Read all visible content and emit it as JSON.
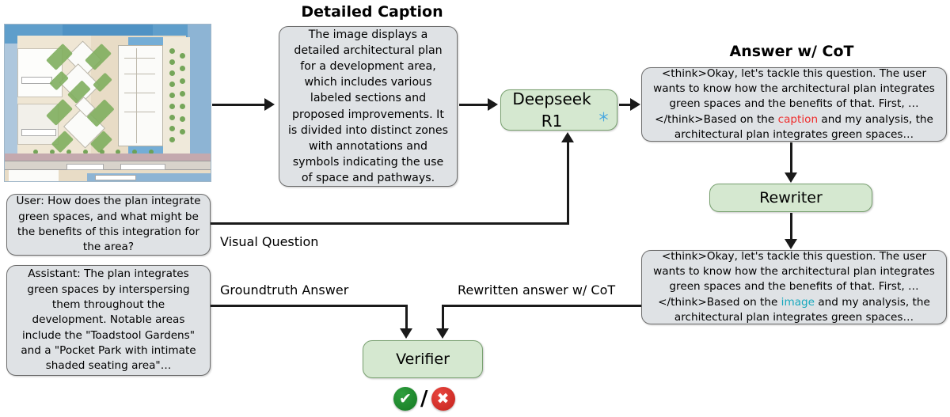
{
  "headings": {
    "detailed_caption": "Detailed Caption",
    "answer_cot": "Answer w/ CoT"
  },
  "nodes": {
    "caption_box": "The image displays a detailed architectural plan for a development area, which includes various labeled sections and proposed improvements. It is divided into distinct zones with annotations and symbols indicating the use of space and pathways.",
    "deepseek": "Deepseek R1",
    "rewriter": "Rewriter",
    "verifier": "Verifier",
    "user_question": "User: How does the plan integrate green spaces, and what might be the benefits of this integration for the area?",
    "assistant_answer": "Assistant: The plan integrates green spaces by interspersing them throughout the development. Notable areas include the \"Toadstool Gardens\" and a \"Pocket Park with intimate shaded seating area\"…"
  },
  "answer_cot": {
    "prefix": "<think>Okay, let's tackle this question. The user wants to know how the architectural plan integrates green spaces and the benefits of that. First, …</think>Based on the ",
    "keyword": "caption",
    "suffix": " and my analysis, the architectural plan integrates green spaces…"
  },
  "rewritten_cot": {
    "prefix": "<think>Okay, let's tackle this question. The user wants to know how the architectural plan integrates green spaces and the benefits of that. First, …</think>Based on the ",
    "keyword": "image",
    "suffix": " and my analysis, the architectural plan integrates green spaces…"
  },
  "edge_labels": {
    "visual_question": "Visual Question",
    "groundtruth_answer": "Groundtruth Answer",
    "rewritten_answer": "Rewritten answer w/ CoT"
  },
  "verdict": {
    "pass_icon": "check-circle-icon",
    "pass_glyph": "✔",
    "separator": "/",
    "fail_icon": "cross-circle-icon",
    "fail_glyph": "✖"
  },
  "colors": {
    "gray_node": "#dfe2e5",
    "green_node": "#d5e8d0",
    "caption_keyword": "#ef2d2d",
    "image_keyword": "#17a8bd",
    "pass": "#1a7f26",
    "fail": "#d32b24"
  },
  "illustration": {
    "name": "architectural-site-plan",
    "alt": "Architectural site plan of a waterfront development with green spaces"
  }
}
